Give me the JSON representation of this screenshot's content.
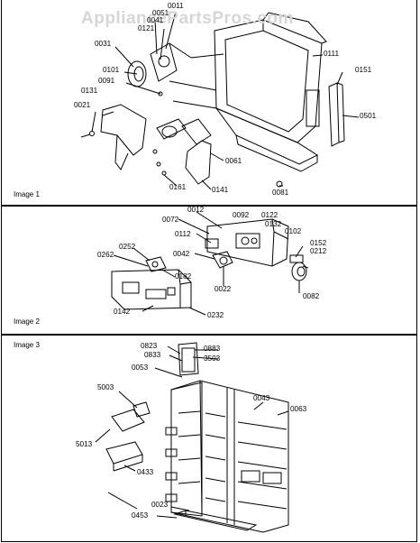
{
  "watermark": "AppliancePartsPros.com",
  "panels": [
    {
      "title": "Image 1",
      "callouts": [
        "0011",
        "0051",
        "0041",
        "0121",
        "0031",
        "0101",
        "0091",
        "0131",
        "0021",
        "0111",
        "0151",
        "0501",
        "0061",
        "0161",
        "0141",
        "0081"
      ]
    },
    {
      "title": "Image 2",
      "callouts": [
        "0012",
        "0092",
        "0122",
        "0072",
        "0132",
        "0112",
        "0102",
        "0152",
        "0212",
        "0042",
        "0252",
        "0262",
        "0182",
        "0022",
        "0082",
        "0142",
        "0232"
      ]
    },
    {
      "title": "Image 3",
      "callouts": [
        "0823",
        "0883",
        "0833",
        "3503",
        "0053",
        "0043",
        "0063",
        "5003",
        "5013",
        "0433",
        "0023",
        "0453"
      ]
    }
  ]
}
